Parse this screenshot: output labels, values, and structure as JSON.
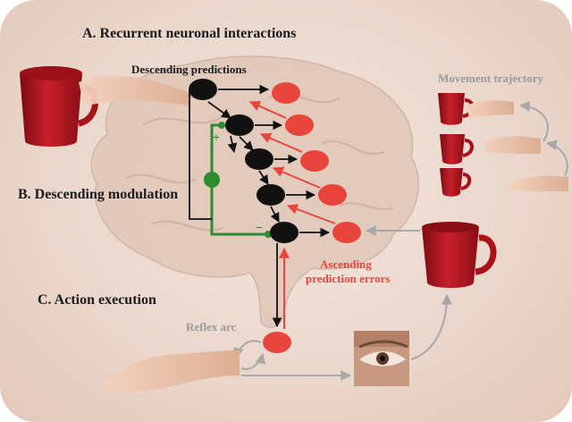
{
  "sections": {
    "a_title": "A. Recurrent neuronal interactions",
    "b_title": "B. Descending modulation",
    "c_title": "C. Action execution"
  },
  "labels": {
    "descending_predictions": "Descending predictions",
    "movement_trajectory": "Movement trajectory",
    "ascending_line1": "Ascending",
    "ascending_line2": "prediction errors",
    "reflex_arc": "Reflex arc",
    "plus_sign": "+",
    "minus_sign": "−"
  },
  "colors": {
    "prediction_node": "#111111",
    "error_node": "#e8453c",
    "modulation": "#2e8b2e",
    "feedback_arrow": "#e8453c",
    "gray_arrow": "#a8a8a8",
    "cup": "#b3141c",
    "title_text": "#1a1a1a",
    "gray_text": "#9a9a9a"
  },
  "icons": [
    "cup-icon",
    "hand-icon",
    "brain-icon",
    "eye-icon"
  ]
}
